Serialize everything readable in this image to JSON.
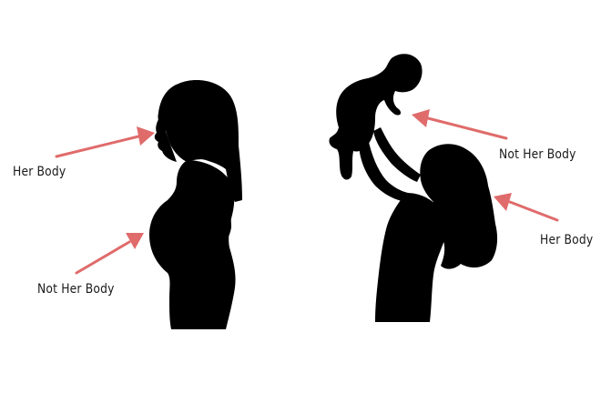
{
  "labels": {
    "left_her_body": "Her Body",
    "left_not_her_body": "Not Her Body",
    "right_not_her_body": "Not Her Body",
    "right_her_body": "Her Body"
  },
  "colors": {
    "silhouette": "#000000",
    "arrow": "#e06b6b",
    "background": "#ffffff"
  }
}
